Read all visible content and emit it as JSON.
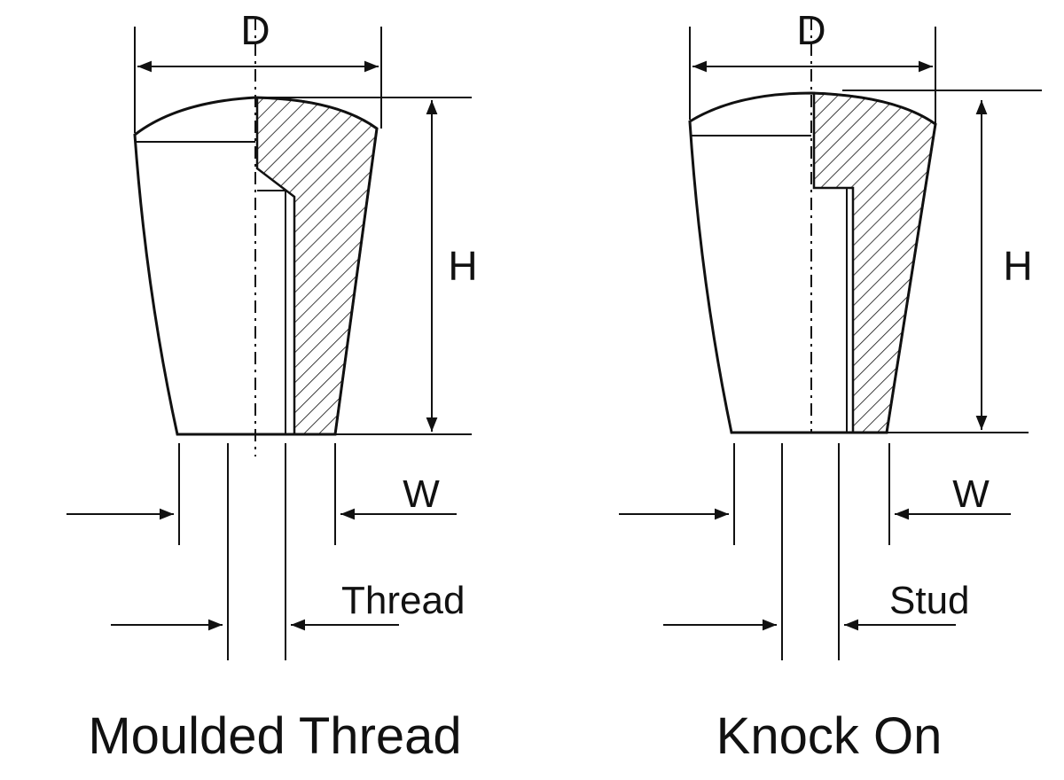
{
  "left_diagram": {
    "caption": "Moulded Thread",
    "dim_diameter": "D",
    "dim_height": "H",
    "dim_width": "W",
    "dim_bore": "Thread"
  },
  "right_diagram": {
    "caption": "Knock On",
    "dim_diameter": "D",
    "dim_height": "H",
    "dim_width": "W",
    "dim_bore": "Stud"
  },
  "colors": {
    "line": "#111111",
    "background": "#ffffff"
  }
}
